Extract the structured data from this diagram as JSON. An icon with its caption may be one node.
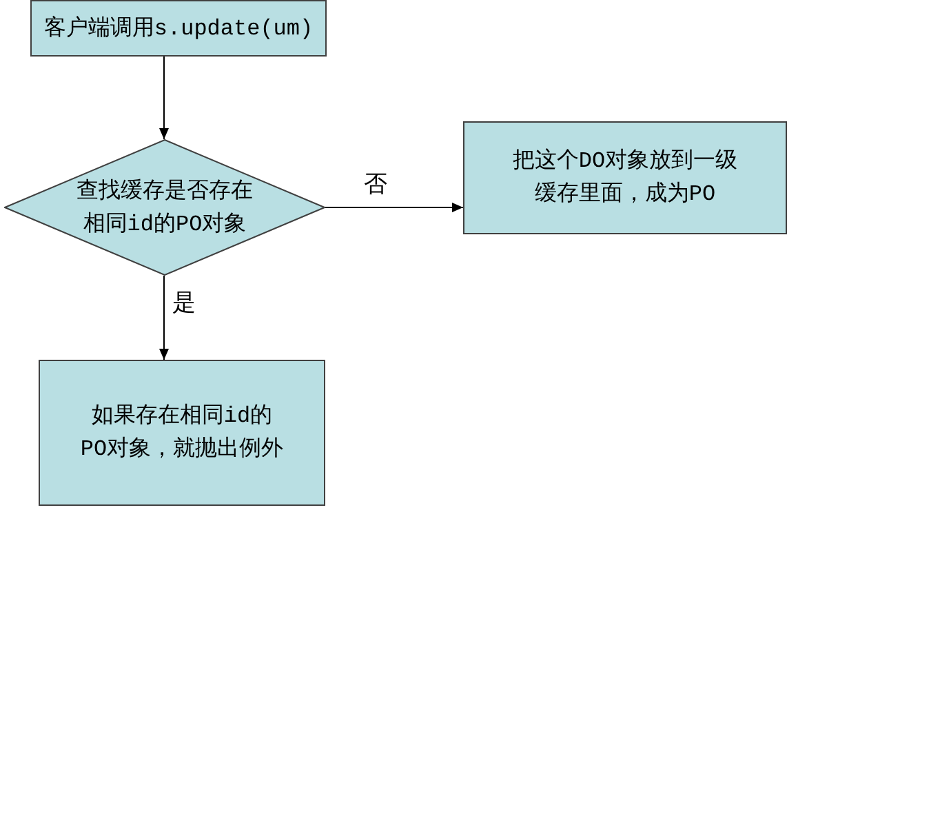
{
  "diagram": {
    "nodes": [
      {
        "text": [
          "客户端调用s.update(um)"
        ]
      },
      {
        "text": [
          "查找缓存是否存在相同id的PO对象"
        ]
      },
      {
        "text": [
          "把这个DO对象放到一级缓存里面，成为PO"
        ]
      },
      {
        "text": [
          "如果存在相同id的PO对象，就抛出例外"
        ]
      }
    ],
    "edges": [
      {
        "from": 0,
        "to": 1,
        "arrow": "to"
      },
      {
        "from": 1,
        "to": 2,
        "arrow": "to",
        "label": "否"
      },
      {
        "from": 1,
        "to": 3,
        "arrow": "to",
        "label": "是"
      }
    ]
  }
}
